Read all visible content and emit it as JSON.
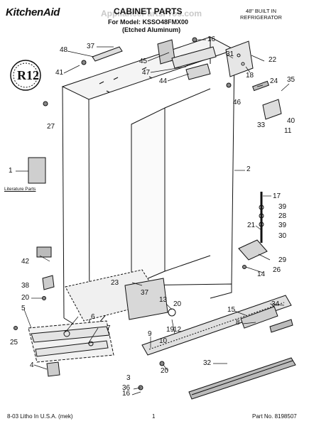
{
  "header": {
    "brand": "KitchenAid",
    "watermark": "AppliancePartsPros.com",
    "title": "CABINET PARTS",
    "model_line": "For Model: KSSO48FMX00",
    "finish": "(Etched Aluminum)",
    "built_in_line1": "48\" BUILT IN",
    "built_in_line2": "REFRIGERATOR"
  },
  "badge": {
    "text": "R12"
  },
  "literature_label": "Literature Parts",
  "footer": {
    "left": "8-03 Litho In U.S.A. (mek)",
    "page": "1",
    "part_no": "Part No. 8198507"
  },
  "callouts": {
    "c48": "48",
    "c37a": "37",
    "c41": "41",
    "c45": "45",
    "c47": "47",
    "c44": "44",
    "c16a": "16",
    "c31": "31",
    "c18": "18",
    "c22": "22",
    "c24": "24",
    "c35": "35",
    "c46": "46",
    "c33": "33",
    "c40": "40",
    "c11": "11",
    "c27": "27",
    "c1": "1",
    "c2": "2",
    "c17": "17",
    "c39a": "39",
    "c28": "28",
    "c39b": "39",
    "c21": "21",
    "c30": "30",
    "c29": "29",
    "c26": "26",
    "c14": "14",
    "c42": "42",
    "c38": "38",
    "c20a": "20",
    "c5": "5",
    "c25": "25",
    "c6": "6",
    "c7": "7",
    "c4": "4",
    "c23": "23",
    "c37b": "37",
    "c13": "13",
    "c20b": "20",
    "c12": "12",
    "c9": "9",
    "c19": "19",
    "c34": "34",
    "c15": "15",
    "c8": "8",
    "c10": "10",
    "c20c": "20",
    "c32": "32",
    "c36": "36",
    "c16b": "16",
    "c3": "3"
  }
}
